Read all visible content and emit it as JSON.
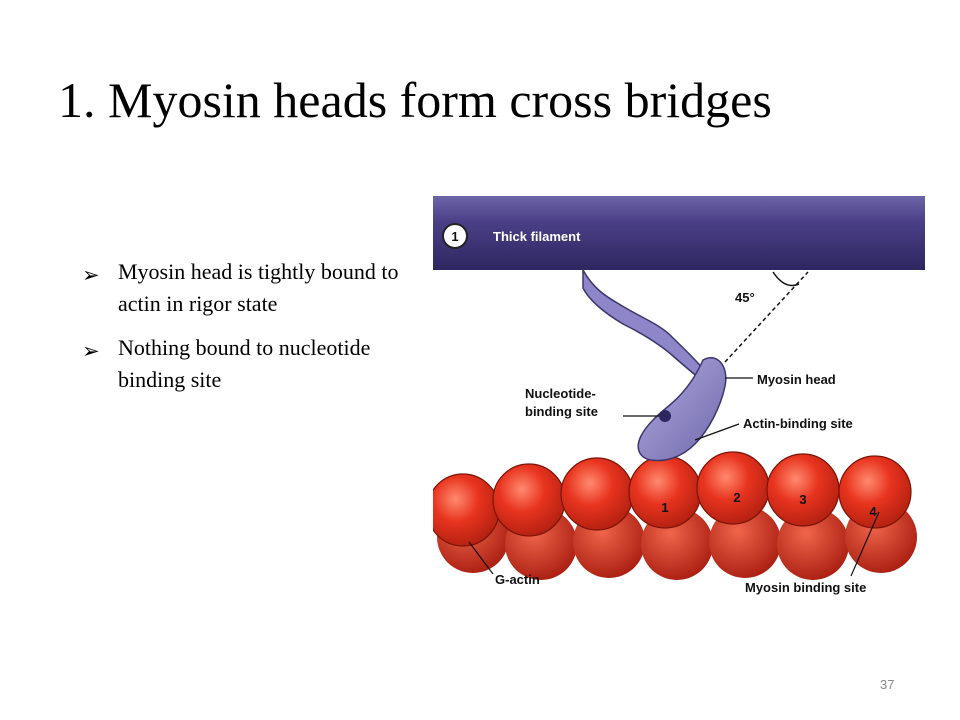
{
  "slide": {
    "title": "1. Myosin heads form cross bridges",
    "bullets": [
      "Myosin head is tightly bound to actin in rigor state",
      "Nothing bound to nucleotide binding site"
    ],
    "bullet_glyph": "➢",
    "page_number": "37"
  },
  "figure": {
    "step_number": "1",
    "labels": {
      "thick_filament": "Thick filament",
      "angle": "45°",
      "myosin_head": "Myosin head",
      "nucleotide_line1": "Nucleotide-",
      "nucleotide_line2": "binding site",
      "actin_binding_site": "Actin-binding site",
      "g_actin": "G-actin",
      "myosin_binding_site": "Myosin binding site"
    },
    "actin_numbers": [
      "1",
      "2",
      "3",
      "4"
    ],
    "colors": {
      "thick_filament": "#4a3f86",
      "myosin_head": "#8d86c8",
      "actin": "#e8341f",
      "actin_dark": "#a81d10"
    }
  }
}
